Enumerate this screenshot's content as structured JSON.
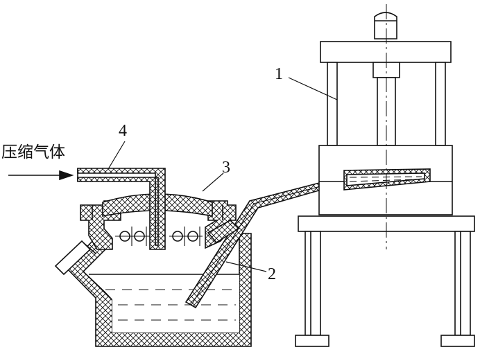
{
  "labels": {
    "compressed_gas": "压缩气体",
    "part_1": "1",
    "part_2": "2",
    "part_3": "3",
    "part_4": "4"
  },
  "colors": {
    "line": "#111111",
    "background": "#ffffff"
  }
}
